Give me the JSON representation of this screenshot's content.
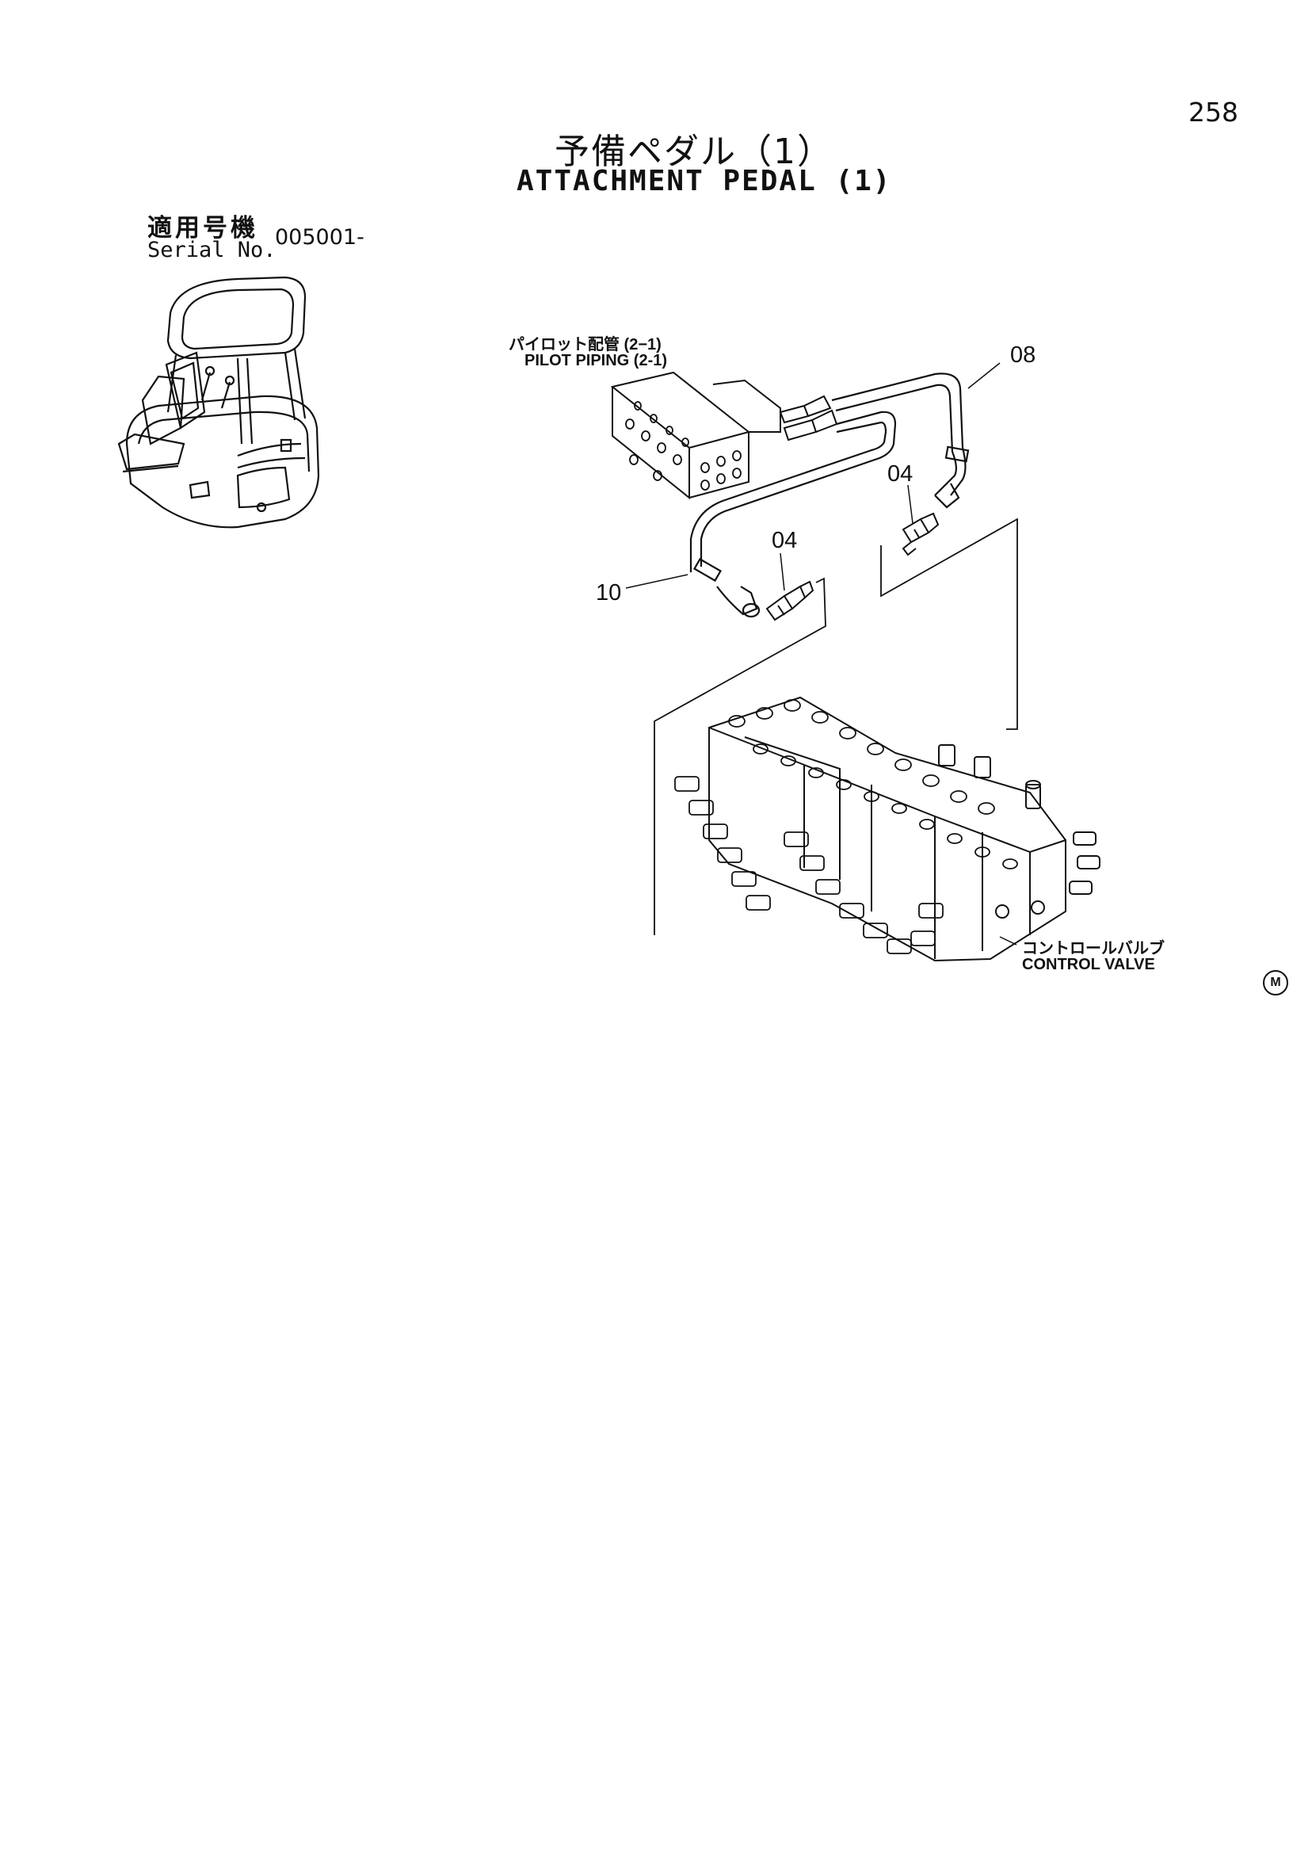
{
  "page_number": "258",
  "title_jp": "予備ペダル（1）",
  "title_en": "ATTACHMENT PEDAL (1)",
  "serial": {
    "label_jp": "適用号機",
    "label_en": "Serial No.",
    "value": "005001-"
  },
  "labels": {
    "pilot_jp": "パイロット配管 (2−1)",
    "pilot_en": "PILOT PIPING (2-1)",
    "control_jp": "コントロールバルブ",
    "control_en": "CONTROL VALVE"
  },
  "callouts": {
    "c08": "08",
    "c04_right": "04",
    "c04_left": "04",
    "c10": "10"
  },
  "mark": "M"
}
